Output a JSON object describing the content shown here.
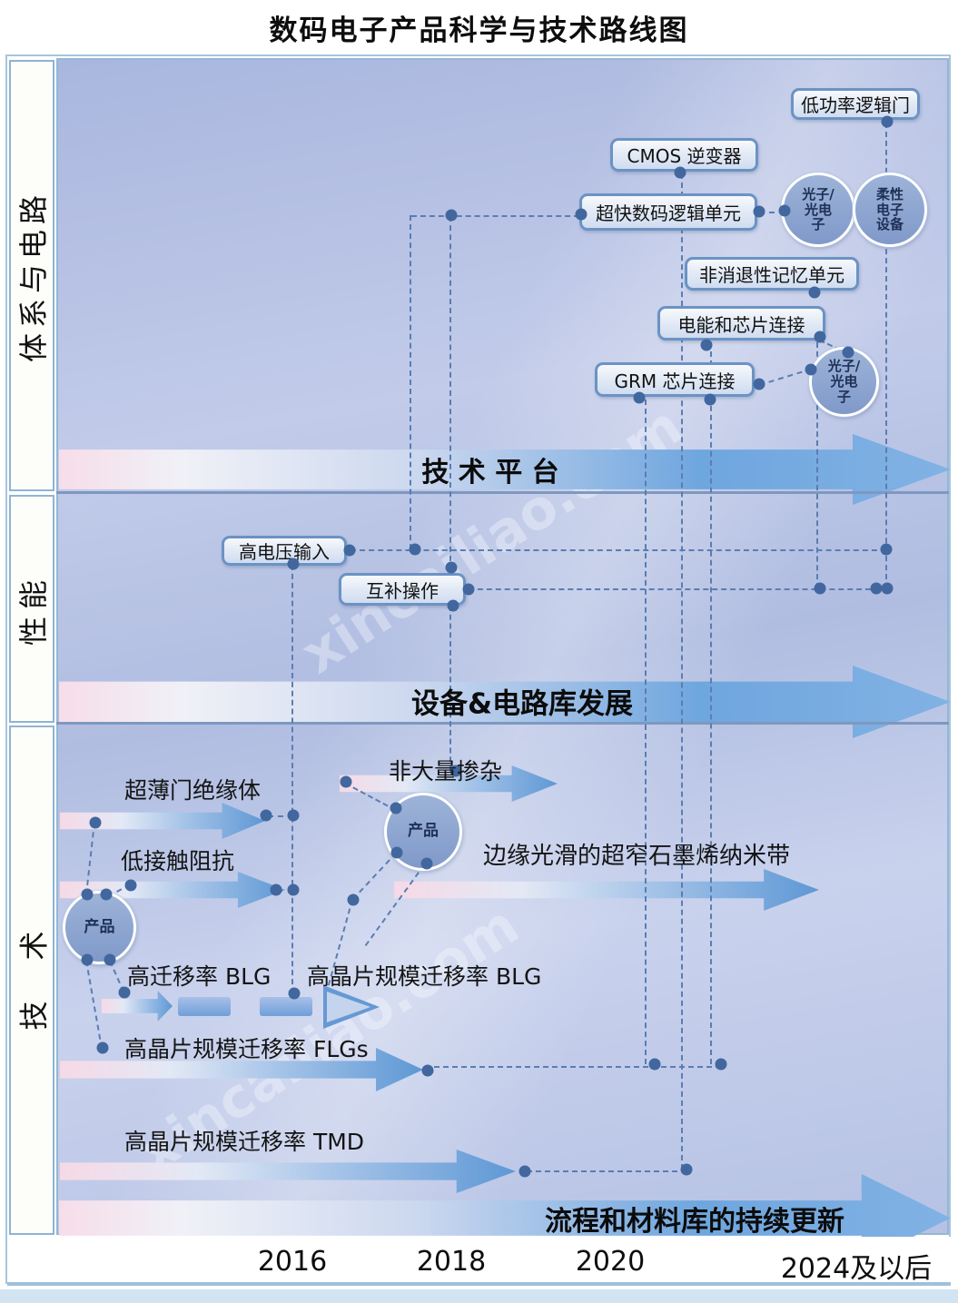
{
  "title": "数码电子产品科学与技术路线图",
  "watermark": "xincailiao.com",
  "rows": {
    "circuits": "体系与电路",
    "performance": "性能",
    "technology": "技术"
  },
  "axis": {
    "y2016": "2016",
    "y2018": "2018",
    "y2020": "2020",
    "y2024": "2024及以后"
  },
  "arrows": {
    "tech_platform": "技 术 平 台",
    "device_circuit_library": "设备&电路库发展",
    "process_material_update": "流程和材料库的持续更新"
  },
  "boxes": {
    "low_power_logic_gate": "低功率逻辑门",
    "cmos_inverter": "CMOS 逆变器",
    "ultrafast_digital_logic": "超快数码逻辑单元",
    "nonvolatile_memory": "非消退性记忆单元",
    "power_chip_connect": "电能和芯片连接",
    "grm_chip_connect": "GRM 芯片连接",
    "high_voltage_input": "高电压输入",
    "complementary_operation": "互补操作"
  },
  "circles": {
    "photonics": "光子/\n光电\n子",
    "flexible": "柔性\n电子\n设备",
    "product": "产品"
  },
  "tech_items": {
    "ultrathin_gate_insulator": "超薄门绝缘体",
    "non_heavy_doping": "非大量掺杂",
    "low_contact_impedance": "低接触阻抗",
    "smooth_edge_gnr": "边缘光滑的超窄石墨烯纳米带",
    "high_mobility_blg": "高迁移率 BLG",
    "wafer_scale_blg": "高晶片规模迁移率 BLG",
    "wafer_scale_flgs": "高晶片规模迁移率 FLGs",
    "wafer_scale_tmd": "高晶片规模迁移率 TMD"
  },
  "colors": {
    "accent_blue": "#5e98d5",
    "soft_pink": "#f6d9e6",
    "dot_blue": "#41679e",
    "box_border": "#6b93c4",
    "plot_background": "#b8c3e6"
  }
}
